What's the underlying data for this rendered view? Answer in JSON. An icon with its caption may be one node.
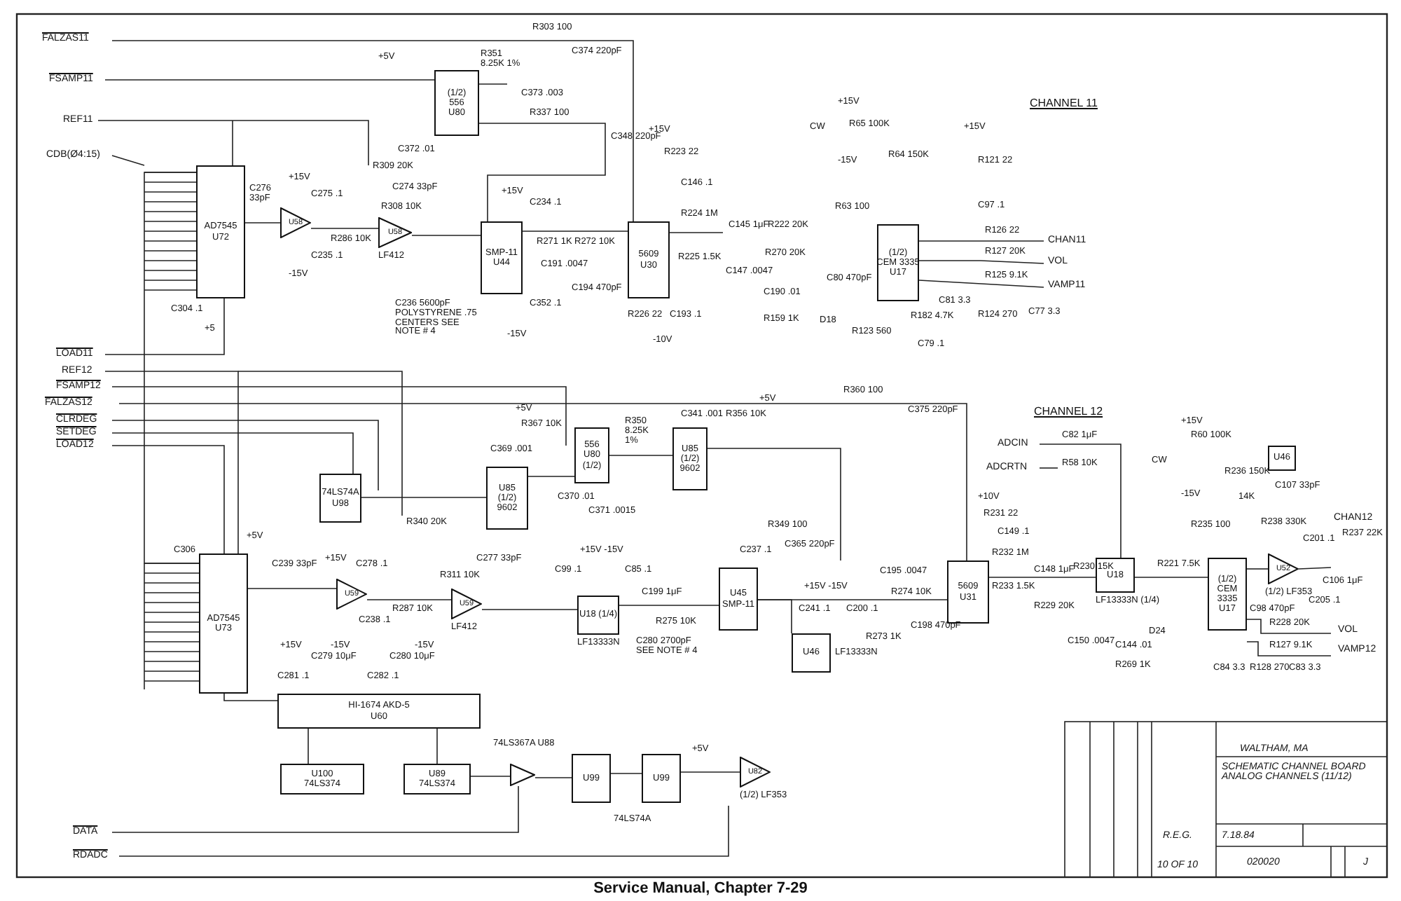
{
  "diagram": {
    "caption": "Service Manual, Chapter 7-29",
    "nodes": [
      {
        "text": [
          "(1/2)",
          "556",
          "U80"
        ]
      },
      {
        "text": [
          "AD7545",
          "U72"
        ]
      },
      {
        "text": [
          "U58"
        ]
      },
      {
        "text": [
          "U58"
        ],
        "beside": [
          "LF412"
        ]
      },
      {
        "text": [
          "SMP-11",
          "U44"
        ]
      },
      {
        "text": [
          "5609",
          "U30"
        ]
      },
      {
        "text": [
          "(1/2)",
          "CEM 3335",
          "U17"
        ]
      },
      {
        "text": [
          "74LS74A",
          "U98"
        ]
      },
      {
        "text": [
          "U85",
          "(1/2)",
          "9602"
        ]
      },
      {
        "text": [
          "556",
          "U80",
          "(1/2)"
        ]
      },
      {
        "text": [
          "U85",
          "(1/2)",
          "9602"
        ]
      },
      {
        "text": [
          "AD7545",
          "U73"
        ]
      },
      {
        "text": [
          "U59"
        ]
      },
      {
        "text": [
          "U59"
        ],
        "beside": [
          "LF412"
        ]
      },
      {
        "text": [
          "U18 (1/4)"
        ],
        "beside": [
          "LF13333N"
        ]
      },
      {
        "text": [
          "U45",
          "SMP-11"
        ]
      },
      {
        "text": [
          "U46"
        ],
        "beside": [
          "LF13333N"
        ]
      },
      {
        "text": [
          "5609",
          "U31"
        ]
      },
      {
        "text": [
          "U18"
        ],
        "beside": [
          "LF13333N (1/4)"
        ]
      },
      {
        "text": [
          "(1/2)",
          "CEM",
          "3335",
          "U17"
        ]
      },
      {
        "text": [
          "U46"
        ]
      },
      {
        "text": [
          "U52"
        ],
        "beside": [
          "(1/2) LF353"
        ]
      },
      {
        "text": [
          "HI-1674 AKD-5",
          "U60"
        ]
      },
      {
        "text": [
          "U100",
          "74LS374"
        ]
      },
      {
        "text": [
          "U89",
          "74LS374"
        ]
      },
      {
        "text": [],
        "shape": "triangle",
        "beside": [
          "74LS367A U88"
        ]
      },
      {
        "text": [
          "U99"
        ]
      },
      {
        "text": [
          "U99"
        ]
      },
      {
        "text": [
          "U82"
        ],
        "beside": [
          "(1/2) LF353"
        ]
      }
    ],
    "edges": [
      {
        "from": 1,
        "to": 11,
        "arrow": "none"
      },
      {
        "from": 0,
        "to": 4,
        "arrow": "none"
      },
      {
        "from": 1,
        "to": 2,
        "arrow": "none"
      },
      {
        "from": 2,
        "to": 3,
        "arrow": "none"
      },
      {
        "from": 3,
        "to": 4,
        "arrow": "none"
      },
      {
        "from": 4,
        "to": 5,
        "arrow": "none"
      },
      {
        "from": 7,
        "to": 8,
        "arrow": "none"
      },
      {
        "from": 8,
        "to": 9,
        "arrow": "none"
      },
      {
        "from": 9,
        "to": 10,
        "arrow": "none"
      },
      {
        "from": 11,
        "to": 12,
        "arrow": "none"
      },
      {
        "from": 12,
        "to": 13,
        "arrow": "none"
      },
      {
        "from": 13,
        "to": 14,
        "arrow": "none"
      },
      {
        "from": 14,
        "to": 15,
        "arrow": "none"
      },
      {
        "from": 15,
        "to": 16,
        "arrow": "none"
      },
      {
        "from": 15,
        "to": 17,
        "arrow": "none"
      },
      {
        "from": 17,
        "to": 18,
        "arrow": "none"
      },
      {
        "from": 18,
        "to": 19,
        "arrow": "none"
      },
      {
        "from": 19,
        "to": 21,
        "arrow": "none"
      },
      {
        "from": 11,
        "to": 22,
        "arrow": "none"
      },
      {
        "from": 22,
        "to": 23,
        "arrow": "none"
      },
      {
        "from": 22,
        "to": 24,
        "arrow": "none"
      },
      {
        "from": 24,
        "to": 25,
        "arrow": "none"
      },
      {
        "from": 25,
        "to": 26,
        "arrow": "none"
      },
      {
        "from": 26,
        "to": 27,
        "arrow": "none"
      },
      {
        "from": 27,
        "to": 28,
        "arrow": "none"
      }
    ],
    "labels": [
      "FALZAS11",
      "FSAMP11",
      "REF11",
      "CDB(Ø4:15)",
      "+5V",
      "R303 100",
      "C374 220pF",
      "R351 8.25K 1%",
      "C373 .003",
      "R337 100",
      "C348 220pF",
      "C372 .01",
      "R309 20K",
      "C274 33pF",
      "R308 10K",
      "R286 10K",
      "C276 33pF",
      "+15V",
      "C275 .1",
      "C235 .1",
      "-15V",
      "C304 .1",
      "+5",
      "C236 5600pF POLYSTYRENE .75 CENTERS SEE NOTE # 4",
      "+15V",
      "C234 .1",
      "C352 .1",
      "-15V",
      "R271 1K",
      "R272 10K",
      "C191 .0047",
      "C194 470pF",
      "+15V",
      "R223 22",
      "C146 .1",
      "R224 1M",
      "R225 1.5K",
      "C145 1μF",
      "C147 .0047",
      "R222 20K",
      "R270 20K",
      "C190 .01",
      "R159 1K",
      "D18",
      "R226 22",
      "C193 .1",
      "-10V",
      "CW",
      "+15V",
      "R65 100K",
      "-15V",
      "R64 150K",
      "R63 100",
      "C80 470pF",
      "+15V",
      "R121 22",
      "C97 .1",
      "R126 22",
      "R127 20K",
      "R125 9.1K",
      "C81 3.3",
      "R124 270",
      "C77 3.3",
      "R182 4.7K",
      "R123 560",
      "C79 .1",
      "CHANNEL 11",
      "CHAN11",
      "VOL",
      "VAMP11",
      "LOAD11",
      "REF12",
      "FSAMP12",
      "FALZAS12",
      "CLRDEG",
      "SETDEG",
      "LOAD12",
      "+5V",
      "R367 10K",
      "C369 .001",
      "C370 .01",
      "C371 .0015",
      "R350 8.25K 1%",
      "C341 .001",
      "R356 10K",
      "+5V",
      "R360 100",
      "C375 220pF",
      "CHANNEL 12",
      "ADCIN",
      "C82 1μF",
      "ADCRTN",
      "R58 10K",
      "R349 100",
      "C365 220pF",
      "R340 20K",
      "C239 33pF",
      "+15V",
      "C278 .1",
      "C238 .1",
      "-15V",
      "R287 10K",
      "C277 33pF",
      "R311 10K",
      "+15V -15V",
      "C99 .1",
      "C85 .1",
      "C199 1μF",
      "R275 10K",
      "C280 2700pF SEE NOTE # 4",
      "C237 .1",
      "+15V -15V",
      "C241 .1",
      "C200 .1",
      "C195 .0047",
      "R273 1K",
      "R274 10K",
      "C198 470pF",
      "+10V",
      "R231 22",
      "C149 .1",
      "R232 1M",
      "R233 1.5K",
      "C148 1μF",
      "R230 15K",
      "R229 20K",
      "C150 .0047",
      "R221 7.5K",
      "C144 .01",
      "R269 1K",
      "D24",
      "+15V",
      "CW",
      "R60 100K",
      "-15V",
      "R236 150K",
      "R235 100",
      "14K",
      "C107 33pF",
      "R238 330K",
      "C201 .1",
      "CHAN12",
      "R237 22K",
      "C106 1μF",
      "C205 .1",
      "C98 470pF",
      "R228 20K",
      "VOL",
      "R127 9.1K",
      "VAMP12",
      "C84 3.3",
      "R128 270",
      "C83 3.3",
      "+5V",
      "C306",
      "+15V",
      "C279 10μF",
      "-15V",
      "C281 .1",
      "C282 .1",
      "C280 10μF",
      "DATA",
      "RDADC",
      "74LS74A",
      "+5V",
      "WALTHAM, MA",
      "SCHEMATIC CHANNEL BOARD ANALOG CHANNELS (11/12)",
      "R.E.G.",
      "7.18.84",
      "10 OF 10",
      "020020",
      "J"
    ]
  }
}
